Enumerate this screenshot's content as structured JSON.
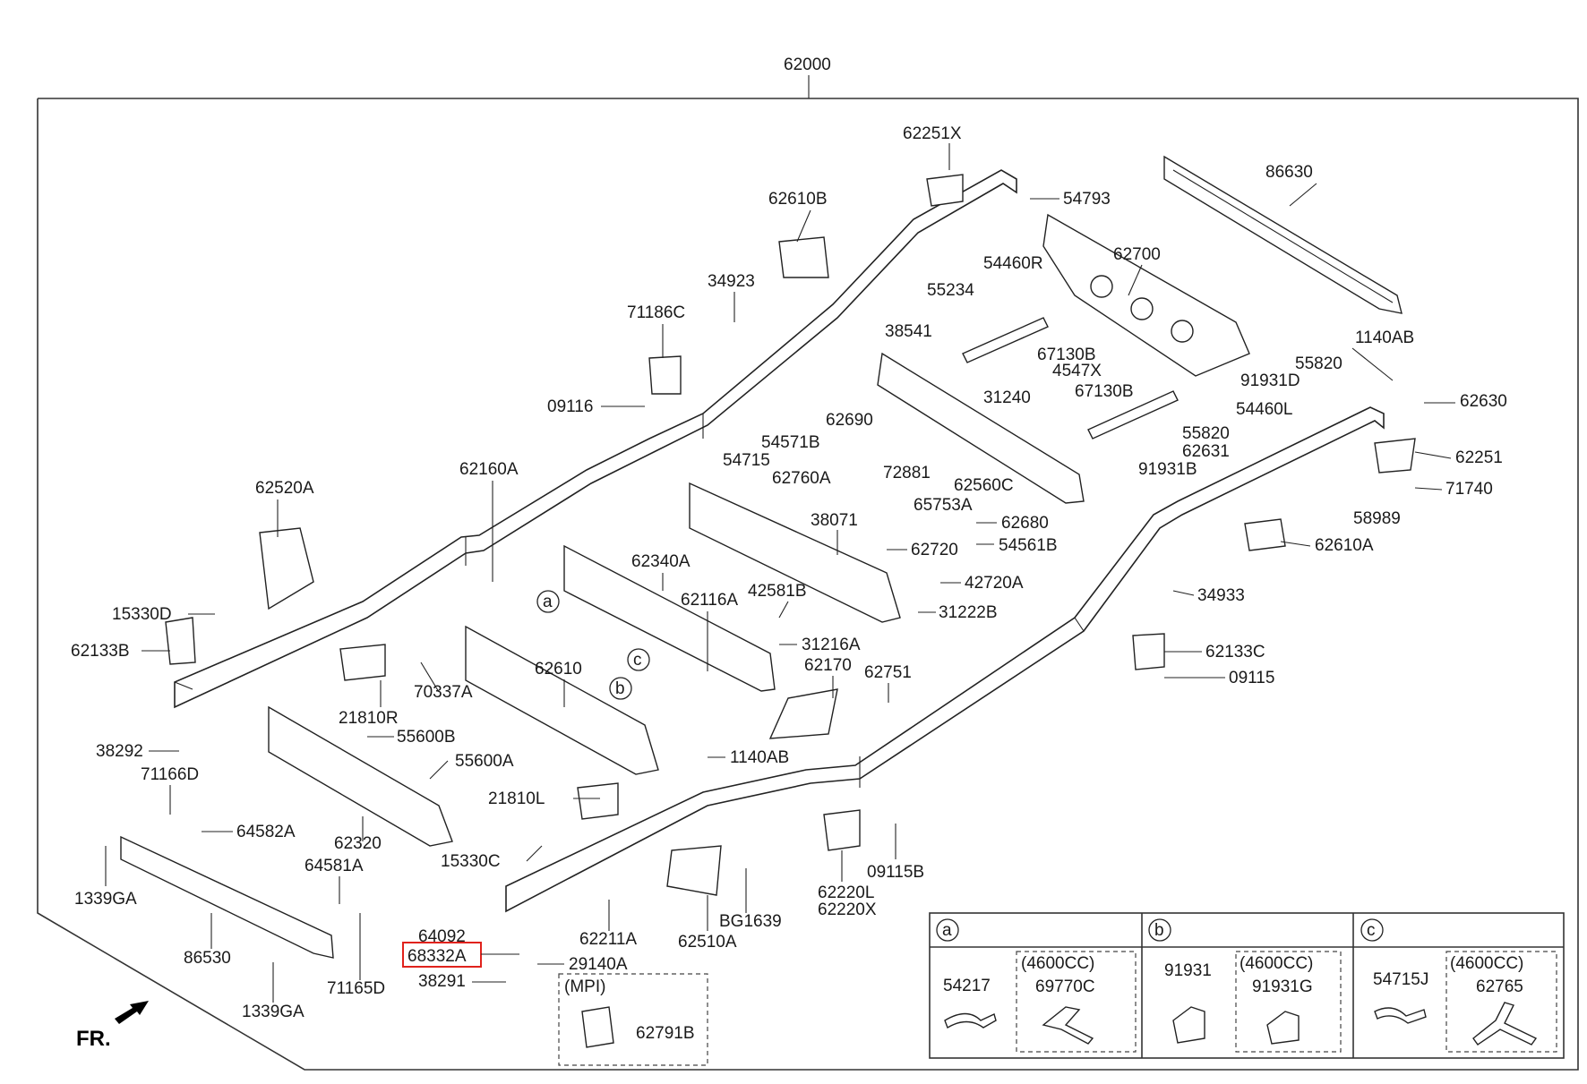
{
  "diagram": {
    "main_part": "62000",
    "direction_label": "FR.",
    "highlighted_part": "68332A",
    "mpi_label": "(MPI)",
    "parts": [
      {
        "id": "62251X"
      },
      {
        "id": "86630"
      },
      {
        "id": "62610B"
      },
      {
        "id": "54793"
      },
      {
        "id": "62700"
      },
      {
        "id": "34923"
      },
      {
        "id": "54460R"
      },
      {
        "id": "71186C"
      },
      {
        "id": "55234"
      },
      {
        "id": "38541"
      },
      {
        "id": "67130B_a"
      },
      {
        "id": "1140AB_a"
      },
      {
        "id": "4547X"
      },
      {
        "id": "55820_a"
      },
      {
        "id": "09116"
      },
      {
        "id": "67130B_b"
      },
      {
        "id": "91931D"
      },
      {
        "id": "62630"
      },
      {
        "id": "31240"
      },
      {
        "id": "54460L"
      },
      {
        "id": "62690"
      },
      {
        "id": "55820_b"
      },
      {
        "id": "54571B"
      },
      {
        "id": "62631"
      },
      {
        "id": "62251"
      },
      {
        "id": "54715"
      },
      {
        "id": "72881"
      },
      {
        "id": "62560C"
      },
      {
        "id": "91931B"
      },
      {
        "id": "62160A"
      },
      {
        "id": "62760A"
      },
      {
        "id": "65753A"
      },
      {
        "id": "71740"
      },
      {
        "id": "62520A"
      },
      {
        "id": "38071"
      },
      {
        "id": "62680"
      },
      {
        "id": "58989"
      },
      {
        "id": "62720"
      },
      {
        "id": "54561B"
      },
      {
        "id": "62610A"
      },
      {
        "id": "62340A"
      },
      {
        "id": "42720A"
      },
      {
        "id": "62116A"
      },
      {
        "id": "42581B"
      },
      {
        "id": "34933"
      },
      {
        "id": "15330D"
      },
      {
        "id": "31222B"
      },
      {
        "id": "31216A"
      },
      {
        "id": "62133B"
      },
      {
        "id": "62133C"
      },
      {
        "id": "62610"
      },
      {
        "id": "62170"
      },
      {
        "id": "62751"
      },
      {
        "id": "09115"
      },
      {
        "id": "70337A"
      },
      {
        "id": "21810R"
      },
      {
        "id": "55600B"
      },
      {
        "id": "1140AB_b"
      },
      {
        "id": "38292"
      },
      {
        "id": "55600A"
      },
      {
        "id": "71166D"
      },
      {
        "id": "21810L"
      },
      {
        "id": "64582A"
      },
      {
        "id": "62320"
      },
      {
        "id": "15330C"
      },
      {
        "id": "64581A"
      },
      {
        "id": "09115B"
      },
      {
        "id": "BG1639"
      },
      {
        "id": "1339GA_a"
      },
      {
        "id": "62220L"
      },
      {
        "id": "62220X"
      },
      {
        "id": "64092"
      },
      {
        "id": "62211A"
      },
      {
        "id": "62510A"
      },
      {
        "id": "86530"
      },
      {
        "id": "68332A"
      },
      {
        "id": "29140A"
      },
      {
        "id": "38291"
      },
      {
        "id": "71165D"
      },
      {
        "id": "1339GA_b"
      },
      {
        "id": "62791B"
      }
    ],
    "labels": {
      "62251X": "62251X",
      "86630": "86630",
      "62610B": "62610B",
      "54793": "54793",
      "62700": "62700",
      "34923": "34923",
      "54460R": "54460R",
      "71186C": "71186C",
      "55234": "55234",
      "38541": "38541",
      "67130B_a": "67130B",
      "1140AB_a": "1140AB",
      "4547X": "4547X",
      "55820_a": "55820",
      "09116": "09116",
      "67130B_b": "67130B",
      "91931D": "91931D",
      "62630": "62630",
      "31240": "31240",
      "54460L": "54460L",
      "62690": "62690",
      "55820_b": "55820",
      "54571B": "54571B",
      "62631": "62631",
      "62251": "62251",
      "54715": "54715",
      "72881": "72881",
      "62560C": "62560C",
      "91931B": "91931B",
      "62160A": "62160A",
      "62760A": "62760A",
      "65753A": "65753A",
      "71740": "71740",
      "62520A": "62520A",
      "38071": "38071",
      "62680": "62680",
      "58989": "58989",
      "62720": "62720",
      "54561B": "54561B",
      "62610A": "62610A",
      "62340A": "62340A",
      "42720A": "42720A",
      "62116A": "62116A",
      "42581B": "42581B",
      "34933": "34933",
      "15330D": "15330D",
      "31222B": "31222B",
      "31216A": "31216A",
      "62133B": "62133B",
      "62133C": "62133C",
      "62610": "62610",
      "62170": "62170",
      "62751": "62751",
      "09115": "09115",
      "70337A": "70337A",
      "21810R": "21810R",
      "55600B": "55600B",
      "1140AB_b": "1140AB",
      "38292": "38292",
      "55600A": "55600A",
      "71166D": "71166D",
      "21810L": "21810L",
      "64582A": "64582A",
      "62320": "62320",
      "15330C": "15330C",
      "64581A": "64581A",
      "09115B": "09115B",
      "BG1639": "BG1639",
      "1339GA_a": "1339GA",
      "62220L": "62220L",
      "62220X": "62220X",
      "64092": "64092",
      "62211A": "62211A",
      "62510A": "62510A",
      "86530": "86530",
      "68332A": "68332A",
      "29140A": "29140A",
      "38291": "38291",
      "71165D": "71165D",
      "1339GA_b": "1339GA",
      "62791B": "62791B"
    },
    "callouts": [
      "a",
      "b",
      "c"
    ]
  },
  "detail_table": {
    "columns": [
      {
        "key": "a",
        "std_part": "54217",
        "variant_label": "(4600CC)",
        "variant_part": "69770C"
      },
      {
        "key": "b",
        "std_part": "91931",
        "variant_label": "(4600CC)",
        "variant_part": "91931G"
      },
      {
        "key": "c",
        "std_part": "54715J",
        "variant_label": "(4600CC)",
        "variant_part": "62765"
      }
    ]
  }
}
